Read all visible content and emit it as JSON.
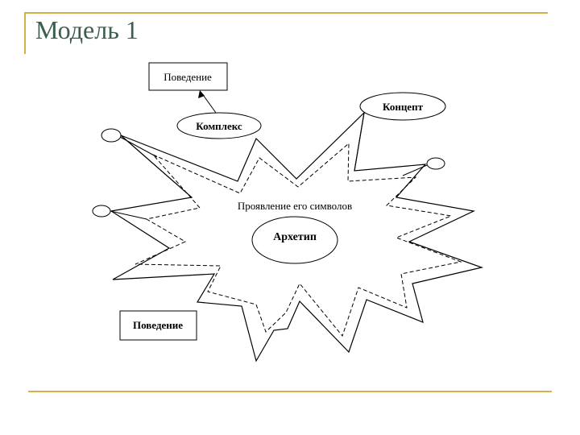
{
  "slide": {
    "title": "Модель 1"
  },
  "diagram": {
    "center_label": "Проявление его символов",
    "archetype": "Архетип",
    "complex": "Комплекс",
    "concept": "Концепт",
    "behavior_top": "Поведение",
    "behavior_bottom": "Поведение"
  },
  "colors": {
    "accent_rule": "#d4b24a",
    "title": "#3d5d4e",
    "ink": "#000000"
  }
}
